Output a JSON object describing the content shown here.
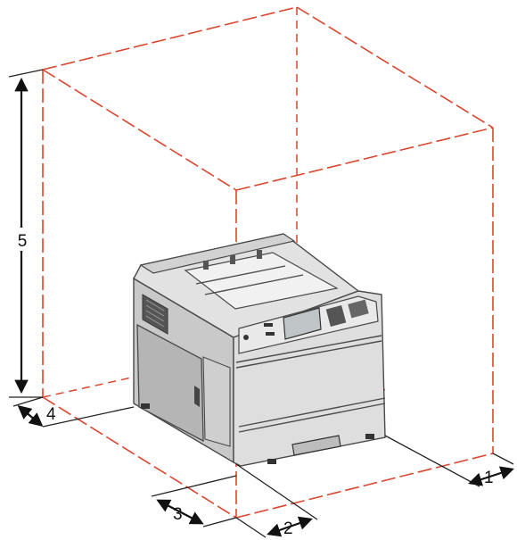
{
  "labels": {
    "dim1": "1",
    "dim2": "2",
    "dim3": "3",
    "dim4": "4",
    "dim5": "5"
  },
  "colors": {
    "clearance_box": "#d9472f",
    "printer_body": "#d8d8d8",
    "printer_shadow": "#9a9a9a",
    "arrows": "#111111"
  },
  "icons": {
    "printer": "laser-printer-illustration",
    "clearance": "dashed-clearance-box"
  }
}
